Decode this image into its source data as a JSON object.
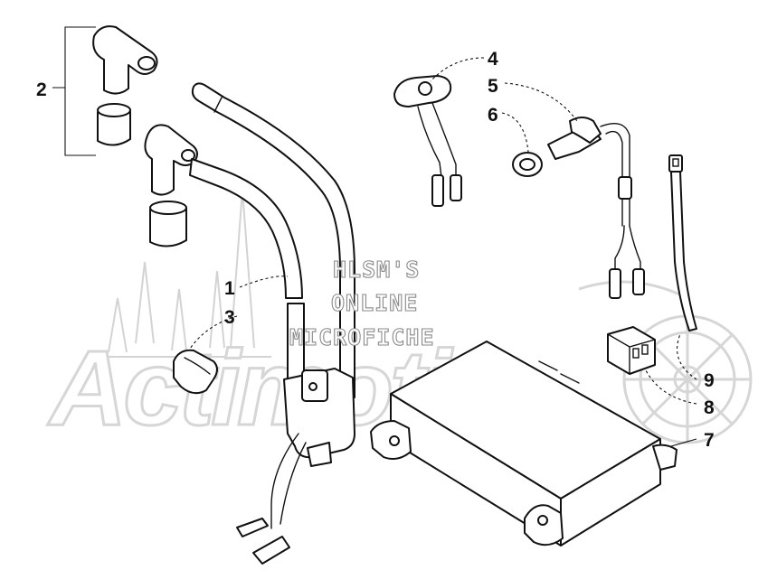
{
  "watermark": {
    "line1": "HLSM'S",
    "line2": "ONLINE",
    "line3": "MICROFICHE",
    "brand": "Actimotiv"
  },
  "callouts": [
    {
      "id": "1",
      "label": "1"
    },
    {
      "id": "2",
      "label": "2"
    },
    {
      "id": "3",
      "label": "3"
    },
    {
      "id": "4",
      "label": "4"
    },
    {
      "id": "5",
      "label": "5"
    },
    {
      "id": "6",
      "label": "6"
    },
    {
      "id": "7",
      "label": "7"
    },
    {
      "id": "8",
      "label": "8"
    },
    {
      "id": "9",
      "label": "9"
    }
  ],
  "colors": {
    "line": "#111111",
    "watermark": "#d2d2d2",
    "background": "#ffffff"
  }
}
